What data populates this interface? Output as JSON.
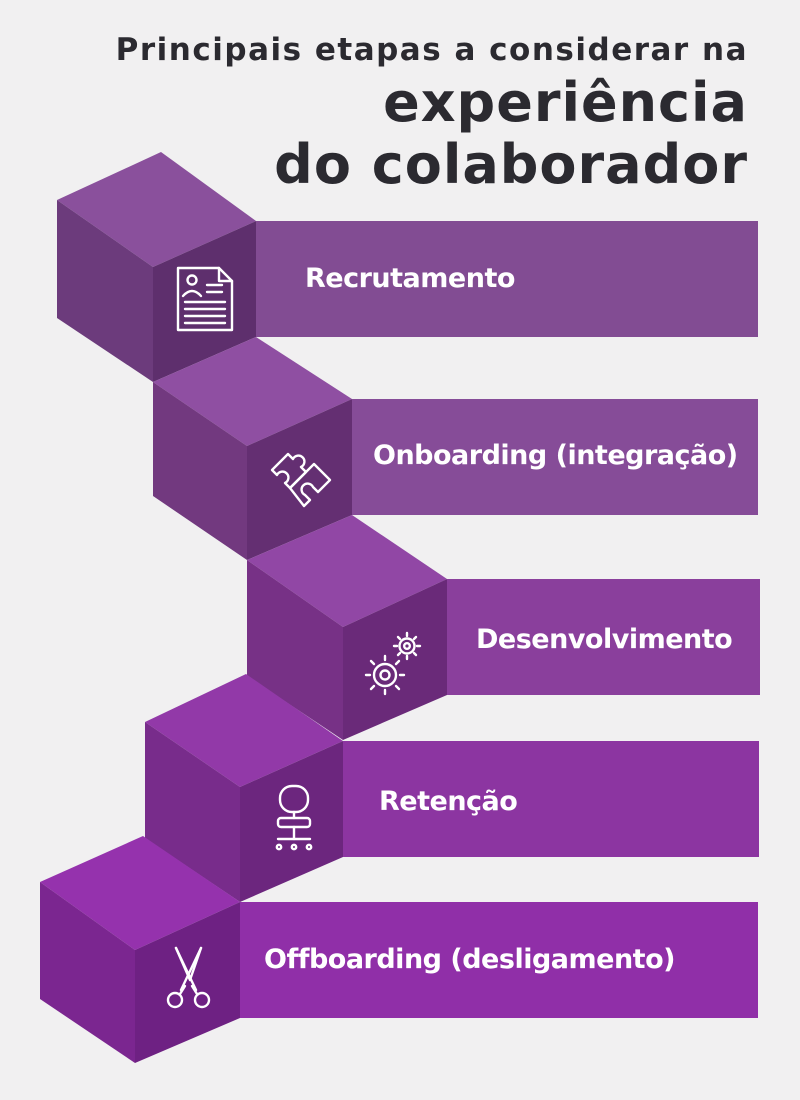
{
  "title": {
    "line1": "Principais etapas a considerar na",
    "line2": "experiência",
    "line3": "do colaborador"
  },
  "colors": {
    "background": "#f1f0f1",
    "title_text": "#2b2a30",
    "label_text": "#ffffff",
    "icon_stroke": "#ffffff"
  },
  "steps": [
    {
      "label": "Recrutamento",
      "icon": "resume-document-icon",
      "bar": "#824c93",
      "top": "#8a509c",
      "left": "#6c3b7c",
      "front": "#5e2f6d"
    },
    {
      "label": "Onboarding (integração)",
      "icon": "puzzle-icon",
      "bar": "#864c98",
      "top": "#8f4fa2",
      "left": "#72397f",
      "front": "#642f72"
    },
    {
      "label": "Desenvolvimento",
      "icon": "gears-icon",
      "bar": "#8a3f9c",
      "top": "#9147a5",
      "left": "#773186",
      "front": "#6a2a79"
    },
    {
      "label": "Retenção",
      "icon": "office-chair-icon",
      "bar": "#8c35a1",
      "top": "#9239a8",
      "left": "#782c8b",
      "front": "#6c267e"
    },
    {
      "label": "Offboarding (desligamento)",
      "icon": "scissors-icon",
      "bar": "#902fa8",
      "top": "#9532ad",
      "left": "#7b2690",
      "front": "#6e2183"
    }
  ]
}
